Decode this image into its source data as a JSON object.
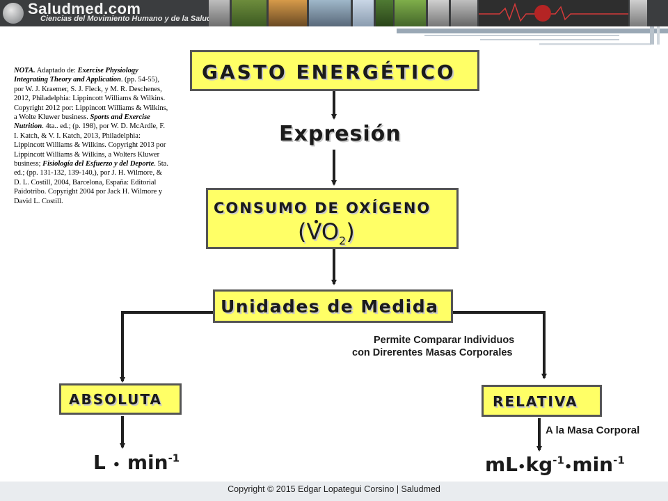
{
  "header": {
    "site_name": "Saludmed.com",
    "tagline": "Ciencias del Movimiento Humano y de la Salud"
  },
  "note": {
    "label": "NOTA.",
    "parts": [
      {
        "text": "Adaptado de: ",
        "style": "normal"
      },
      {
        "text": "Exercise Physiology Integrating Theory and Application",
        "style": "italic"
      },
      {
        "text": ". (pp. 54-55), por W. J. Kraemer, S. J. Fleck, y M. R. Deschenes, 2012, Philadelphia: Lippincott Williams & Wilkins. Copyright 2012 por: Lippincott Williams & Wilkins, a Wolte Kluwer business. ",
        "style": "normal"
      },
      {
        "text": "Sports and Exercise Nutrition",
        "style": "italic"
      },
      {
        "text": ". 4ta.. ed.; (p. 198), por W. D. McArdle, F. I. Katch, & V. I. Katch, 2013, Philadelphia: Lippincott Williams & Wilkins. Copyright 2013 por Lippincott Williams & Wilkins, a Wolters Kluwer business; ",
        "style": "normal"
      },
      {
        "text": "Fisiología del Esfuerzo y del Deporte",
        "style": "italic"
      },
      {
        "text": ". 5ta. ed.; (pp. 131-132, 139-140,), por J. H. Wilmore, & D. L. Costill, 2004, Barcelona, España: Editorial Paidotribo. Copyright 2004 por Jack H. Wilmore y David L. Costill.",
        "style": "normal"
      }
    ]
  },
  "diagram": {
    "gasto": "GASTO ENERGÉTICO",
    "expresion": "Expresión",
    "consumo": "CONSUMO DE OXÍGENO",
    "vo2_open": "(",
    "vo2_v": "V",
    "vo2_o": "O",
    "vo2_sub": "2",
    "vo2_close": ")",
    "unidades": "Unidades de Medida",
    "permite_1": "Permite Comparar Individuos",
    "permite_2": "con Direrentes Masas Corporales",
    "absoluta": "ABSOLUTA",
    "relativa": "RELATIVA",
    "masa": "A la Masa Corporal",
    "unit_abs": {
      "base1": "L",
      "dot": "•",
      "base2": "min",
      "exp": "-1"
    },
    "unit_rel": {
      "base1": "mL",
      "dot1": "•",
      "base2": "kg",
      "exp1": "-1",
      "dot2": "•",
      "base3": "min",
      "exp2": "-1"
    }
  },
  "footer": {
    "copyright": "Copyright © 2015 Edgar Lopategui Corsino | Saludmed"
  },
  "colors": {
    "box_fill": "#ffff66",
    "banner": "#3b3d3f",
    "footer": "#e9ecef"
  }
}
